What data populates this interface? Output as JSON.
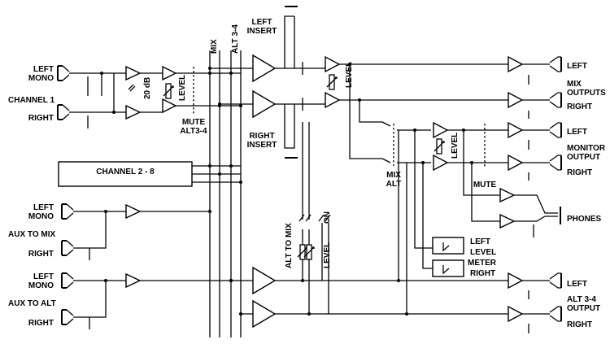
{
  "inputs": {
    "ch1_left_1": "LEFT",
    "ch1_left_2": "MONO",
    "ch1_channel": "CHANNEL 1",
    "ch1_right": "RIGHT",
    "aux_mix_left_1": "LEFT",
    "aux_mix_left_2": "MONO",
    "aux_mix_title": "AUX TO MIX",
    "aux_mix_right": "RIGHT",
    "aux_alt_left_1": "LEFT",
    "aux_alt_left_2": "MONO",
    "aux_alt_title": "AUX TO ALT",
    "aux_alt_right": "RIGHT"
  },
  "channel_block": "CHANNEL 2 - 8",
  "controls": {
    "db20": "20 dB",
    "level_ch": "LEVEL",
    "mute_1": "MUTE",
    "mute_2": "ALT3-4",
    "bus_mix": "MIX",
    "bus_alt": "ALT 3-4",
    "left_insert_1": "LEFT",
    "left_insert_2": "INSERT",
    "right_insert_1": "RIGHT",
    "right_insert_2": "INSERT",
    "level_main": "LEVEL",
    "mix_alt_1": "MIX",
    "mix_alt_2": "ALT",
    "level_mon": "LEVEL",
    "mute_mon": "MUTE",
    "alt_to_mix": "ALT TO MIX",
    "level_alt": "LEVEL",
    "on": "ON"
  },
  "outputs": {
    "mix_left": "LEFT",
    "mix_outputs_1": "MIX",
    "mix_outputs_2": "OUTPUTS",
    "mix_right": "RIGHT",
    "mon_left": "LEFT",
    "mon_output_1": "MONITOR",
    "mon_output_2": "OUTPUT",
    "mon_right": "RIGHT",
    "phones": "PHONES",
    "meter_left": "LEFT",
    "meter_level": "LEVEL",
    "meter_meter": "METER",
    "meter_right": "RIGHT",
    "alt_left": "LEFT",
    "alt_output_1": "ALT 3-4",
    "alt_output_2": "OUTPUT",
    "alt_right": "RIGHT"
  }
}
